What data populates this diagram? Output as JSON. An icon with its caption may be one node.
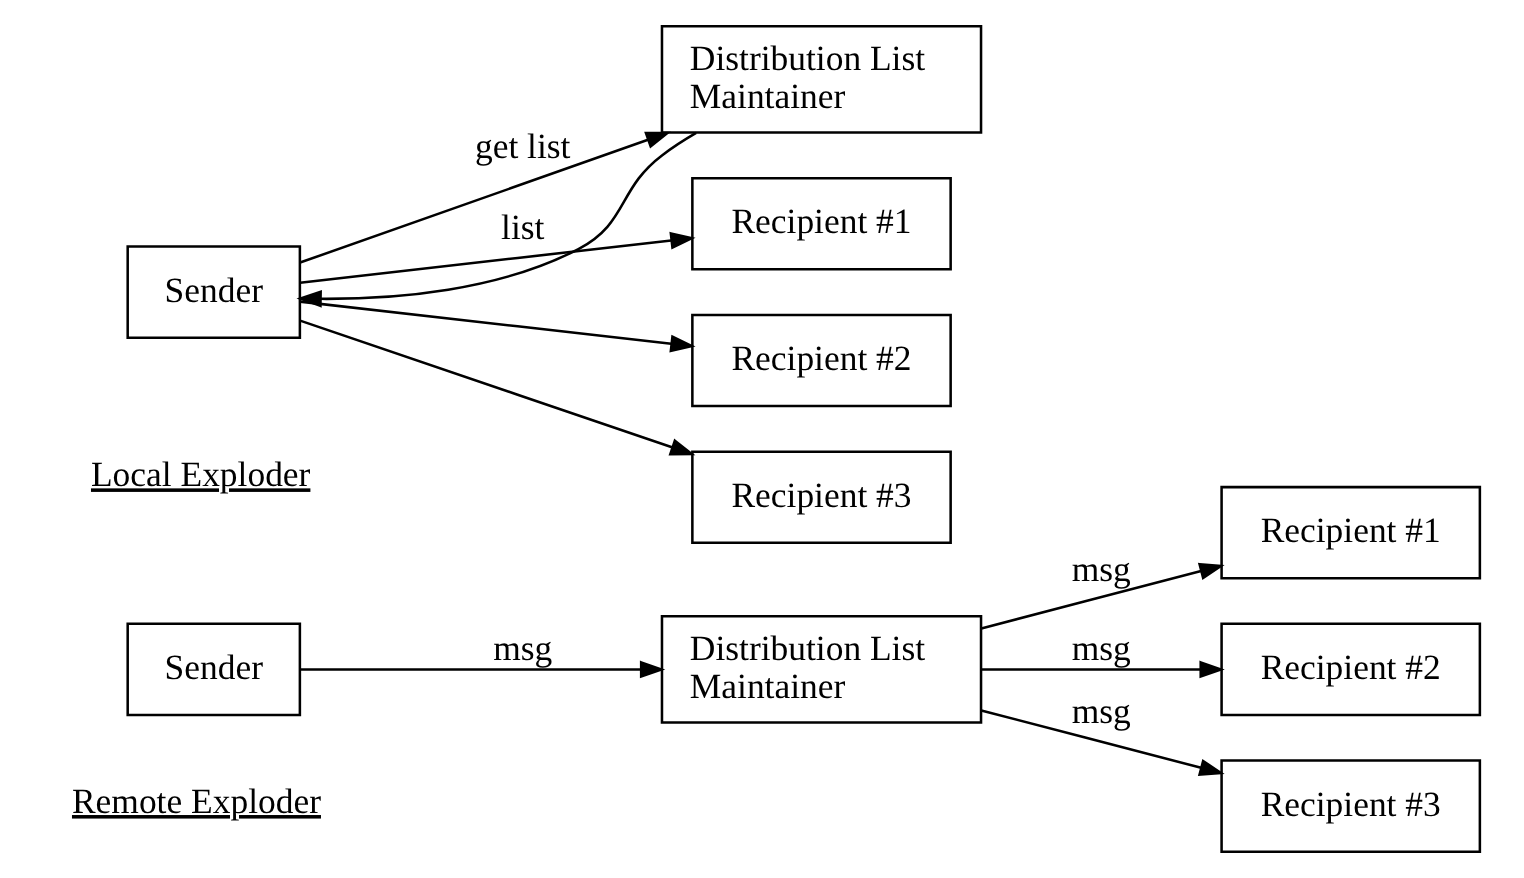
{
  "diagram": {
    "nodes": [
      {
        "text": [
          "Sender"
        ]
      },
      {
        "text": [
          "Distribution List Maintainer"
        ]
      },
      {
        "text": [
          "Recipient #1"
        ]
      },
      {
        "text": [
          "Recipient #2"
        ]
      },
      {
        "text": [
          "Recipient #3"
        ]
      },
      {
        "text": [
          "Sender"
        ]
      },
      {
        "text": [
          "Distribution List Maintainer"
        ]
      },
      {
        "text": [
          "Recipient #1"
        ]
      },
      {
        "text": [
          "Recipient #2"
        ]
      },
      {
        "text": [
          "Recipient #3"
        ]
      }
    ],
    "edges": [
      {
        "from": 0,
        "to": 1,
        "arrow": "to",
        "label": "msg"
      },
      {
        "from": 1,
        "to": 2,
        "arrow": "to",
        "label": "msg"
      },
      {
        "from": 1,
        "to": 3,
        "arrow": "to",
        "label": "msg"
      },
      {
        "from": 1,
        "to": 4,
        "arrow": "to",
        "label": "msg"
      },
      {
        "from": 5,
        "to": 6,
        "arrow": "to",
        "label": "get list"
      },
      {
        "from": 6,
        "to": 5,
        "arrow": "to",
        "label": "list"
      },
      {
        "from": 5,
        "to": 7,
        "arrow": "to"
      },
      {
        "from": 5,
        "to": 8,
        "arrow": "to"
      },
      {
        "from": 5,
        "to": 9,
        "arrow": "to"
      }
    ],
    "labels": [
      "Remote Exploder",
      "Local Exploder"
    ]
  }
}
